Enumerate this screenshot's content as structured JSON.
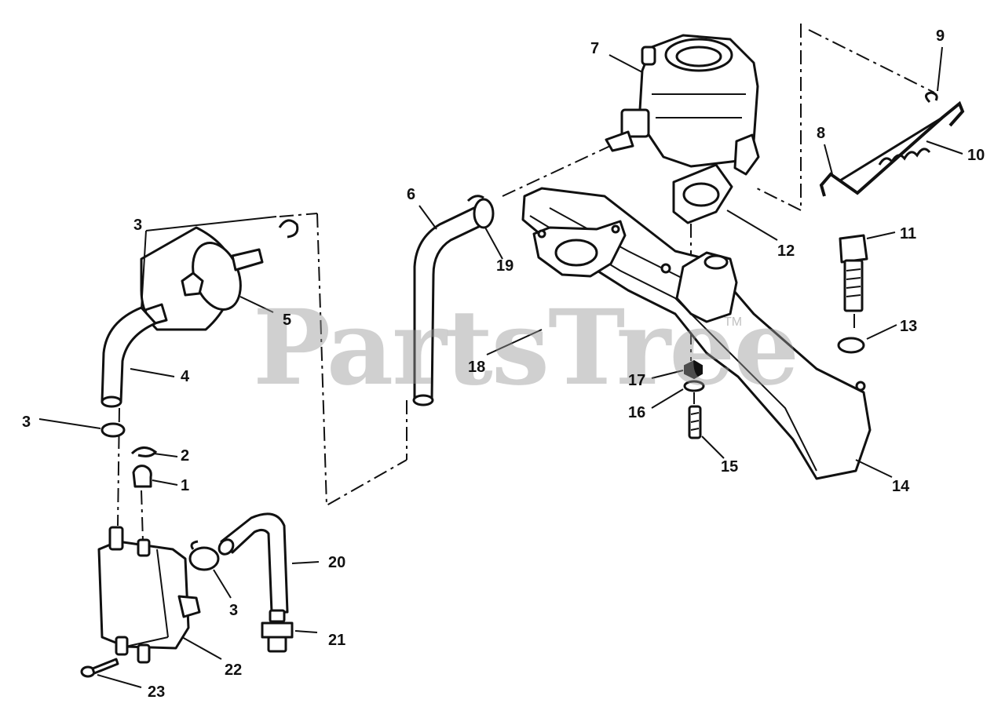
{
  "watermark": {
    "text": "PartsTree",
    "tm": "TM"
  },
  "callouts": [
    {
      "id": "c1",
      "text": "1"
    },
    {
      "id": "c2",
      "text": "2"
    },
    {
      "id": "c3a",
      "text": "3"
    },
    {
      "id": "c3b",
      "text": "3"
    },
    {
      "id": "c3c",
      "text": "3"
    },
    {
      "id": "c4",
      "text": "4"
    },
    {
      "id": "c5",
      "text": "5"
    },
    {
      "id": "c6",
      "text": "6"
    },
    {
      "id": "c7",
      "text": "7"
    },
    {
      "id": "c8",
      "text": "8"
    },
    {
      "id": "c9",
      "text": "9"
    },
    {
      "id": "c10",
      "text": "10"
    },
    {
      "id": "c11",
      "text": "11"
    },
    {
      "id": "c12",
      "text": "12"
    },
    {
      "id": "c13",
      "text": "13"
    },
    {
      "id": "c14",
      "text": "14"
    },
    {
      "id": "c15",
      "text": "15"
    },
    {
      "id": "c16",
      "text": "16"
    },
    {
      "id": "c17",
      "text": "17"
    },
    {
      "id": "c18",
      "text": "18"
    },
    {
      "id": "c19",
      "text": "19"
    },
    {
      "id": "c20",
      "text": "20"
    },
    {
      "id": "c21",
      "text": "21"
    },
    {
      "id": "c22",
      "text": "22"
    },
    {
      "id": "c23",
      "text": "23"
    }
  ]
}
